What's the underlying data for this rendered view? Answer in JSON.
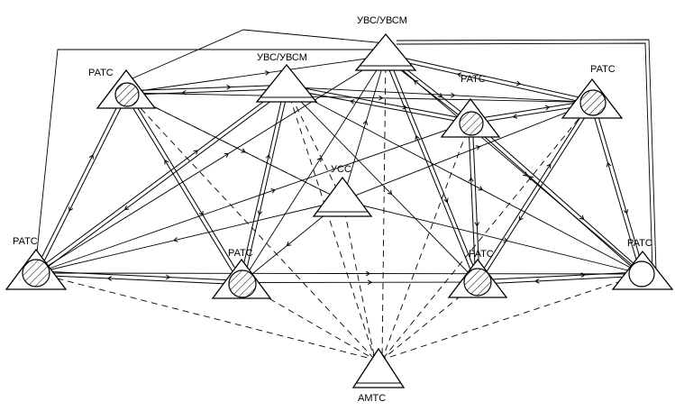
{
  "diagram": {
    "nodes": [
      {
        "id": "ratc_tl",
        "label": "РАТС",
        "type": "ratc",
        "hatched": true
      },
      {
        "id": "uvs_mid",
        "label": "УВС/УВСМ",
        "type": "uvs"
      },
      {
        "id": "uvs_top",
        "label": "УВС/УВСМ",
        "type": "uvs"
      },
      {
        "id": "ratc_mr",
        "label": "РАТС",
        "type": "ratc",
        "hatched": true
      },
      {
        "id": "ratc_tr",
        "label": "РАТС",
        "type": "ratc",
        "hatched": true
      },
      {
        "id": "usc",
        "label": "УСС",
        "type": "usc"
      },
      {
        "id": "ratc_bl",
        "label": "РАТС",
        "type": "ratc",
        "hatched": true
      },
      {
        "id": "ratc_bm",
        "label": "РАТС",
        "type": "ratc",
        "hatched": true
      },
      {
        "id": "ratc_bmr",
        "label": "РАТС",
        "type": "ratc",
        "hatched": true
      },
      {
        "id": "ratc_br",
        "label": "РАТС",
        "type": "ratc",
        "hatched": false
      },
      {
        "id": "amtc",
        "label": "АМТС",
        "type": "amtc"
      }
    ],
    "links": {
      "double": [
        [
          "ratc_tl",
          "ratc_bl"
        ],
        [
          "ratc_tl",
          "ratc_bm"
        ],
        [
          "ratc_tl",
          "uvs_mid"
        ],
        [
          "ratc_bl",
          "ratc_bm"
        ],
        [
          "ratc_bm",
          "uvs_mid"
        ],
        [
          "ratc_bl",
          "uvs_mid"
        ],
        [
          "uvs_top",
          "ratc_bmr"
        ],
        [
          "uvs_top",
          "ratc_tr"
        ],
        [
          "uvs_top",
          "ratc_mr"
        ],
        [
          "ratc_mr",
          "ratc_bmr"
        ],
        [
          "ratc_tr",
          "ratc_br"
        ],
        [
          "ratc_tr",
          "ratc_bmr"
        ],
        [
          "ratc_mr",
          "ratc_tr"
        ],
        [
          "ratc_bmr",
          "ratc_br"
        ],
        [
          "ratc_mr",
          "ratc_br"
        ],
        [
          "uvs_mid",
          "ratc_mr"
        ]
      ],
      "single": [
        [
          "ratc_tl",
          "ratc_tr"
        ],
        [
          "ratc_tl",
          "usc"
        ],
        [
          "ratc_tl",
          "uvs_top"
        ],
        [
          "uvs_mid",
          "ratc_bmr"
        ],
        [
          "uvs_mid",
          "ratc_br"
        ],
        [
          "uvs_mid",
          "ratc_tr"
        ],
        [
          "usc",
          "ratc_bl"
        ],
        [
          "usc",
          "ratc_bm"
        ],
        [
          "usc",
          "uvs_top"
        ],
        [
          "usc",
          "ratc_tr"
        ],
        [
          "usc",
          "ratc_br"
        ],
        [
          "ratc_bl",
          "ratc_mr"
        ],
        [
          "ratc_bl",
          "ratc_br"
        ],
        [
          "ratc_bl",
          "uvs_top"
        ],
        [
          "ratc_bm",
          "uvs_top"
        ],
        [
          "ratc_bm",
          "ratc_bmr"
        ],
        [
          "uvs_top",
          "ratc_br"
        ]
      ],
      "dashed": [
        [
          "ratc_tl",
          "amtc"
        ],
        [
          "uvs_mid",
          "amtc"
        ],
        [
          "uvs_top",
          "amtc"
        ],
        [
          "ratc_mr",
          "amtc"
        ],
        [
          "ratc_tr",
          "amtc"
        ],
        [
          "usc",
          "amtc"
        ],
        [
          "ratc_bl",
          "amtc"
        ],
        [
          "ratc_bm",
          "amtc"
        ],
        [
          "ratc_bmr",
          "amtc"
        ],
        [
          "ratc_br",
          "amtc"
        ],
        [
          "ratc_tl",
          "usc"
        ],
        [
          "uvs_mid",
          "usc"
        ]
      ]
    }
  }
}
